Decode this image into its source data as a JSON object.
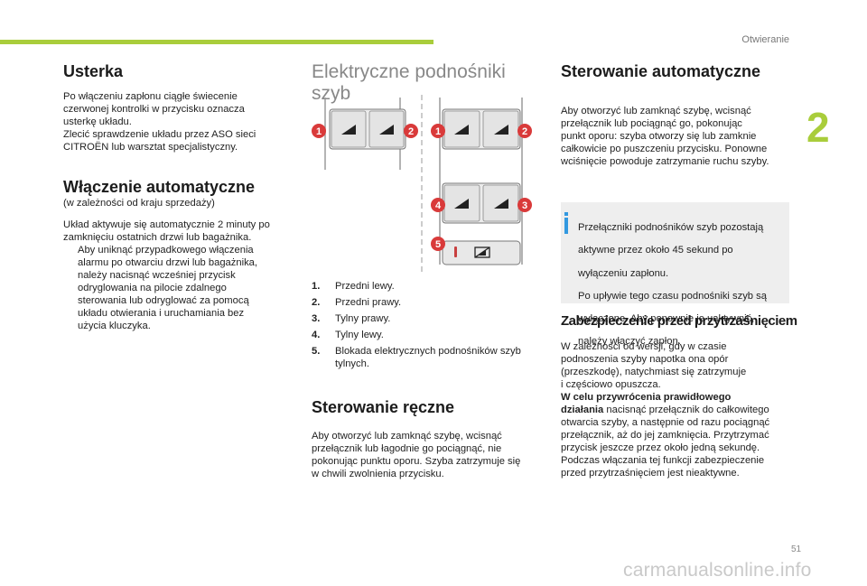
{
  "header": {
    "section": "Otwieranie",
    "chapter": "2"
  },
  "footer": {
    "page": "51",
    "watermark": "carmanualsonline.info"
  },
  "col1": {
    "fault": {
      "title": "Usterka",
      "body": [
        "Po włączeniu zapłonu ciągłe świecenie",
        "czerwonej kontrolki w przycisku oznacza",
        "usterkę układu.",
        "Zlecić sprawdzenie układu przez ASO sieci",
        "CITROËN lub warsztat specjalistyczny."
      ]
    },
    "auto_on": {
      "title": "Włączenie automatyczne",
      "subtitle": "(w zależności od kraju sprzedaży)",
      "body": [
        "Układ aktywuje się automatycznie 2 minuty po",
        "zamknięciu ostatnich drzwi lub bagażnika."
      ],
      "bullet_glyph": "",
      "bullet": [
        "Aby uniknąć przypadkowego włączenia",
        "alarmu po otwarciu drzwi lub bagażnika,",
        "należy nacisnąć wcześniej przycisk",
        "odryglowania na pilocie zdalnego",
        "sterowania lub odryglować za pomocą",
        "układu otwierania i uruchamiania bez",
        "użycia kluczyka."
      ]
    }
  },
  "col2": {
    "title": "Elektryczne podnośniki szyb",
    "diagram": {
      "badges": [
        "1",
        "2",
        "1",
        "2",
        "4",
        "3",
        "5"
      ]
    },
    "list": [
      {
        "n": "1.",
        "text": "Przedni lewy."
      },
      {
        "n": "2.",
        "text": "Przedni prawy."
      },
      {
        "n": "3.",
        "text": "Tylny prawy."
      },
      {
        "n": "4.",
        "text": "Tylny lewy."
      },
      {
        "n": "5.",
        "lines": [
          "Blokada elektrycznych podnośników szyb",
          "tylnych."
        ]
      }
    ],
    "manual": {
      "title": "Sterowanie ręczne",
      "body": [
        "Aby otworzyć lub zamknąć szybę, wcisnąć",
        "przełącznik lub łagodnie go pociągnąć, nie",
        "pokonując punktu oporu. Szyba zatrzymuje się",
        "w chwili zwolnienia przycisku."
      ]
    }
  },
  "col3": {
    "auto": {
      "title": "Sterowanie automatyczne",
      "body": [
        "Aby otworzyć lub zamknąć szybę, wcisnąć",
        "przełącznik lub pociągnąć go, pokonując",
        "punkt oporu: szyba otworzy się lub zamknie",
        "całkowicie po puszczeniu przycisku. Ponowne",
        "wciśnięcie powoduje zatrzymanie ruchu szyby."
      ]
    },
    "info": [
      "Przełączniki podnośników szyb pozostają",
      "aktywne przez około 45 sekund po",
      "wyłączeniu zapłonu.",
      "Po upływie tego czasu podnośniki szyb są",
      "wyłączone. Aby ponownie je uaktywnić,",
      "należy włączyć zapłon."
    ],
    "anti_pinch": {
      "title": "Zabezpieczenie przed przytrzaśnięciem",
      "body": [
        "W zależności od wersji, gdy w czasie",
        "podnoszenia szyby napotka ona opór",
        "(przeszkodę), natychmiast się zatrzymuje",
        "i częściowo opuszcza."
      ],
      "bold1": "W celu przywrócenia prawidłowego",
      "bold2": "działania",
      "rest": [
        " nacisnąć przełącznik do całkowitego",
        "otwarcia szyby, a następnie od razu pociągnąć",
        "przełącznik, aż do jej zamknięcia. Przytrzymać",
        "przycisk jeszcze przez około jedną sekundę.",
        "Podczas włączania tej funkcji zabezpieczenie",
        "przed przytrzaśnięciem jest nieaktywne."
      ]
    }
  },
  "colors": {
    "accent": "#a9cd3b",
    "badge": "#d93a3a",
    "info": "#3399e0"
  }
}
